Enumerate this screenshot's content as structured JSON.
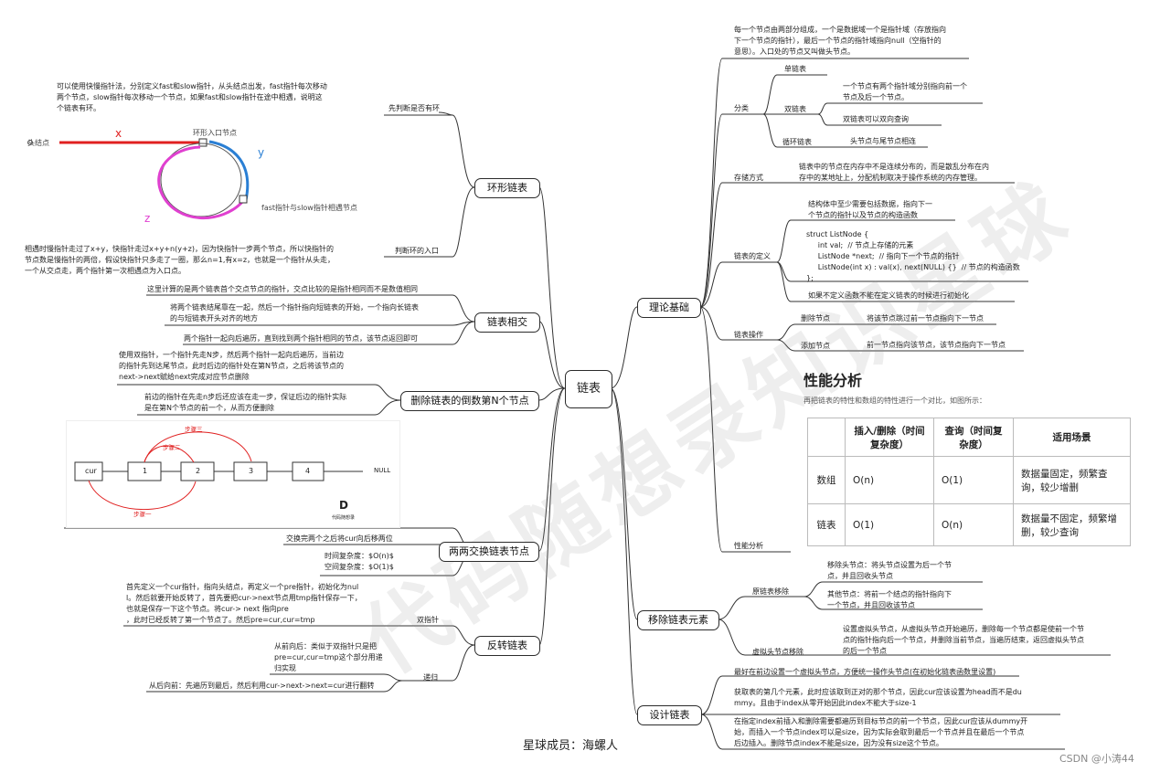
{
  "center": "链表",
  "watermark": "代码随想录知识星球",
  "footer": "星球成员：海螺人",
  "csdn": "CSDN @小涛44",
  "left": {
    "huan": {
      "title": "环形链表",
      "label1": "先判断是否有环",
      "text1": "可以使用快慢指针法，分别定义fast和slow指针，从头结点出发，fast指针每次移动\n两个节点，slow指针每次移动一个节点，如果fast和slow指针在途中相遇，说明这\n个链表有环。",
      "label2": "判断环的入口",
      "text2": "相遇时慢指针走过了x+y，快指针走过x+y+n(y+z)，因为快指针一步两个节点，所以快指针的\n节点数是慢指针的两倍，假设快指针只多走了一圈，那么n=1,有x=z，也就是一个指针从头走，\n一个从交点走，两个指针第一次相遇点为入口点。",
      "fig": {
        "head": "头结点",
        "entry": "环形入口节点",
        "meet": "fast指针与slow指针相遇节点",
        "x": "x",
        "y": "y",
        "z": "z"
      }
    },
    "xiangjiao": {
      "title": "链表相交",
      "t1": "这里计算的是两个链表首个交点节点的指针，交点比较的是指针相同而不是数值相同",
      "t2": "将两个链表结尾靠在一起，然后一个指针指向短链表的开始，一个指向长链表\n的与短链表开头对齐的地方",
      "t3": "两个指针一起向后遍历，直到找到两个指针相同的节点，该节点返回即可"
    },
    "shanchu": {
      "title": "删除链表的倒数第N个节点",
      "t1": "使用双指针，一个指针先走N步，然后两个指针一起向后遍历，当前边\n的指针先到达尾节点，此时后边的指针处在第N节点，之后将该节点的\nnext->next赋给next完成对应节点删除",
      "t2": "前边的指针在先走n步后还应该在走一步，保证后边的指针实际\n是在第N个节点的前一个，从而方便删除"
    },
    "swapfig": {
      "nodes": [
        "cur",
        "1",
        "2",
        "3",
        "4"
      ],
      "null": "NULL",
      "step1": "步骤一",
      "step2": "步骤二",
      "step3": "步骤三",
      "logo": "代码随想录"
    },
    "swap": {
      "title": "两两交换链表节点",
      "t1": "交换完两个之后将cur向后移两位",
      "t2": "时间复杂度：$O(n)$\n空间复杂度：$O(1)$"
    },
    "reverse": {
      "title": "反转链表",
      "label1": "双指针",
      "text1": "首先定义一个cur指针，指向头结点，再定义一个pre指针，初始化为nul\nl。然后就要开始反转了，首先要把cur->next节点用tmp指针保存一下，\n也就是保存一下这个节点。将cur-> next 指向pre\n，此时已经反转了第一个节点了。然后pre=cur,cur=tmp",
      "label2": "递归",
      "text2": "从前向后：类似于双指针只是把\npre=cur,cur=tmp这个部分用递\n归实现",
      "text3": "从后向前：先遍历到最后，然后利用cur->next->next=cur进行翻转"
    }
  },
  "right": {
    "theory": {
      "title": "理论基础",
      "intro": "每一个节点由两部分组成，一个是数据域一个是指针域（存放指向\n下一个节点的指针），最后一个节点的指针域指向null（空指针的\n意思）。入口处的节点又叫做头节点。",
      "fenlei": "分类",
      "single": "单链表",
      "double": "双链表",
      "double_t1": "一个节点有两个指针域分别指向前一个\n节点及后一个节点。",
      "double_t2": "双链表可以双向查询",
      "circular": "循环链表",
      "circular_t": "头节点与尾节点相连",
      "storage": "存储方式",
      "storage_t": "链表中的节点在内存中不是连续分布的，而是散乱分布在内\n存中的某地址上，分配机制取决于操作系统的内存管理。",
      "define": "链表的定义",
      "define_t1": "结构体中至少需要包括数据，指向下一\n个节点的指针以及节点的构造函数",
      "define_code": "struct ListNode {\n     int val;  // 节点上存储的元素\n     ListNode *next;  // 指向下一个节点的指针\n     ListNode(int x) : val(x), next(NULL) {}  // 节点的构造函数\n};",
      "define_t2": "如果不定义函数不能在定义链表的时候进行初始化",
      "ops": "链表操作",
      "del": "删除节点",
      "del_t": "将该节点跳过前一节点指向下一节点",
      "add": "添加节点",
      "add_t": "前一节点指向该节点，该节点指向下一节点",
      "perf": "性能分析",
      "perf_title": "性能分析",
      "perf_sub": "再把链表的特性和数组的特性进行一个对比，如图所示：",
      "table": {
        "headers": [
          "",
          "插入/删除（时间复杂度）",
          "查询（时间复杂度）",
          "适用场景"
        ],
        "rows": [
          [
            "数组",
            "O(n)",
            "O(1)",
            "数据量固定，频繁查询，较少增删"
          ],
          [
            "链表",
            "O(1)",
            "O(n)",
            "数据量不固定，频繁增删，较少查询"
          ]
        ]
      }
    },
    "remove": {
      "title": "移除链表元素",
      "orig": "原链表移除",
      "orig_t1": "移除头节点：将头节点设置为后一个节\n点，并且回收头节点",
      "orig_t2": "其他节点：将前一个结点的指针指向下\n一个节点，并且回收该节点",
      "virt": "虚拟头节点移除",
      "virt_t": "设置虚拟头节点，从虚拟头节点开始遍历，删除每一个节点都是使前一个节\n点的指针指向后一个节点，并删除当前节点，当遍历结束，返回虚拟头节点\n的后一个节点"
    },
    "design": {
      "title": "设计链表",
      "t1": "最好在前边设置一个虚拟头节点，方便统一操作头节点(在初始化链表函数里设置)",
      "t2": "获取表的第几个元素，此时应该取到正对的那个节点，因此cur应该设置为head而不是du\nmmy。且由于index从零开始因此index不能大于size-1",
      "t3": "在指定index前插入和删除需要都遍历到目标节点的前一个节点，因此cur应该从dummy开\n始，而插入一个节点index可以是size，因为实际会取到最后一个节点并且在最后一个节点\n后边插入。删除节点index不能是size，因为没有size这个节点。"
    }
  }
}
